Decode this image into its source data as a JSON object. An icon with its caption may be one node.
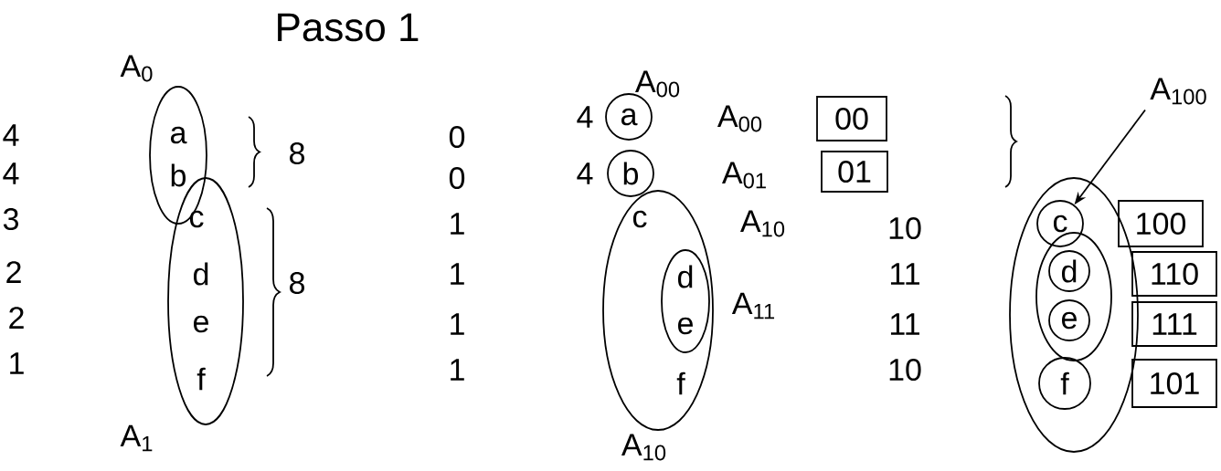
{
  "diagram": {
    "title": "Passo 1",
    "nodes": [
      {
        "text": [
          "a",
          "b"
        ],
        "beside": [
          "A$_{0}$"
        ]
      },
      {
        "text": [
          "c",
          "d",
          "e",
          "f"
        ],
        "beside": [
          "A$_{1}$"
        ]
      },
      {
        "text": [
          "a"
        ],
        "beside": [
          "A$_{00}$",
          "A$_{00}$"
        ]
      },
      {
        "text": [
          "b"
        ],
        "beside": [
          "A$_{01}$"
        ]
      },
      {
        "text": [
          "c",
          "f"
        ],
        "beside": [
          "A$_{10}$",
          "A$_{10}$"
        ]
      },
      {
        "text": [
          "d",
          "e"
        ],
        "in": 4,
        "beside": [
          "A$_{11}$"
        ]
      },
      {
        "text": [
          "00"
        ]
      },
      {
        "text": [
          "01"
        ]
      },
      {
        "text": [],
        "shape": "ellipse"
      },
      {
        "text": [
          "c"
        ],
        "in": 8
      },
      {
        "text": [],
        "shape": "ellipse",
        "in": 8
      },
      {
        "text": [
          "d"
        ],
        "in": 10
      },
      {
        "text": [
          "e"
        ],
        "in": 10
      },
      {
        "text": [
          "f"
        ],
        "in": 8
      },
      {
        "text": [
          "A$_{100}$"
        ]
      },
      {
        "text": [
          "100"
        ]
      },
      {
        "text": [
          "110"
        ]
      },
      {
        "text": [
          "111"
        ]
      },
      {
        "text": [
          "101"
        ]
      }
    ],
    "edges": [
      {
        "from": 14,
        "to": 9,
        "arrow": "to"
      }
    ],
    "labels": [
      "4",
      "4",
      "3",
      "2",
      "2",
      "1",
      "8",
      "8",
      "0",
      "0",
      "1",
      "1",
      "1",
      "1",
      "4",
      "4",
      "10",
      "11",
      "11",
      "10"
    ]
  }
}
